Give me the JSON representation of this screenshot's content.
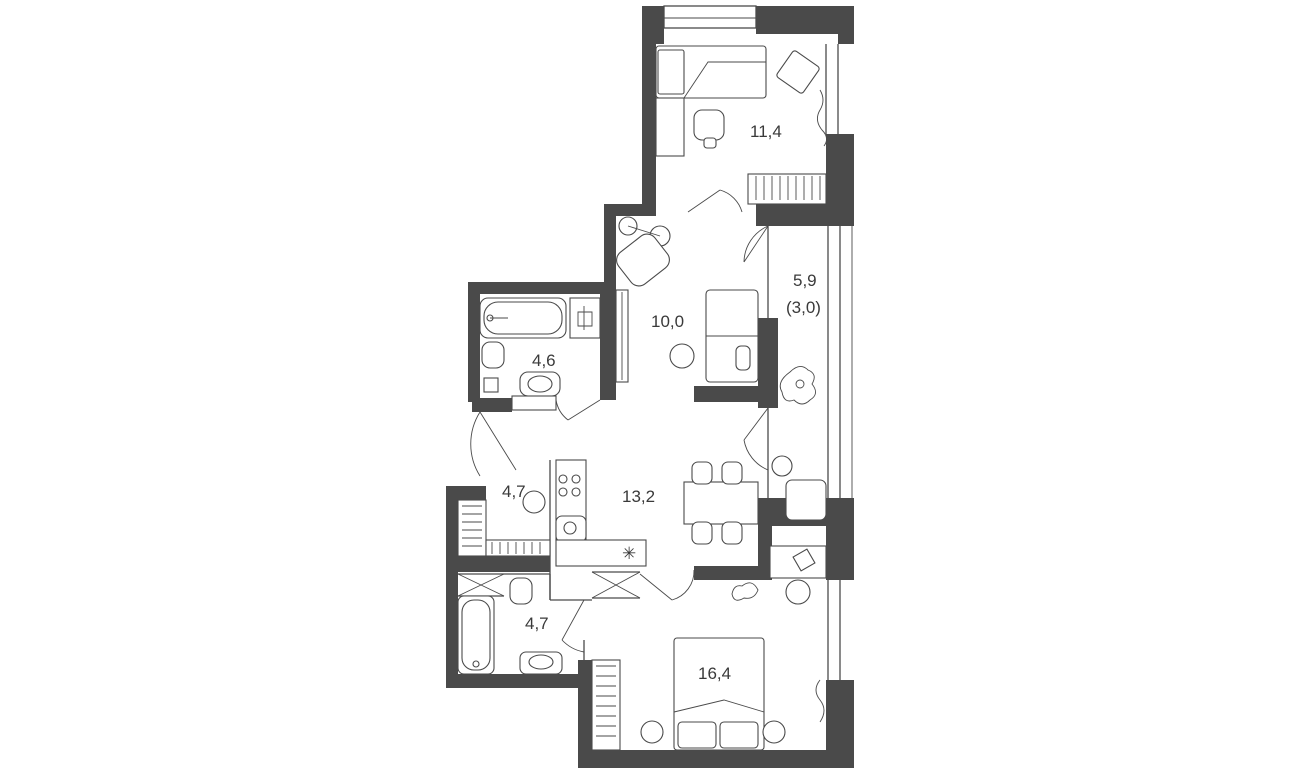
{
  "plan": {
    "rooms": [
      {
        "id": "bedroom-small",
        "area": "11,4"
      },
      {
        "id": "balcony",
        "area": "5,9",
        "sub": "(3,0)"
      },
      {
        "id": "living",
        "area": "10,0"
      },
      {
        "id": "bath-upper",
        "area": "4,6"
      },
      {
        "id": "kitchen",
        "area": "13,2"
      },
      {
        "id": "hall",
        "area": "4,7"
      },
      {
        "id": "bath-lower",
        "area": "4,7"
      },
      {
        "id": "bedroom-large",
        "area": "16,4"
      }
    ]
  }
}
